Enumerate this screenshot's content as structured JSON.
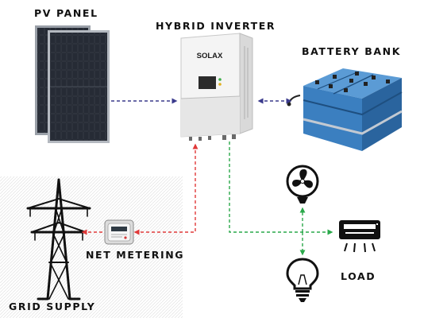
{
  "labels": {
    "pv_panel": "PV PANEL",
    "hybrid_inverter": "HYBRID INVERTER",
    "battery_bank": "BATTERY BANK",
    "grid_supply": "GRID SUPPLY",
    "net_metering": "NET METERING",
    "load": "LOAD"
  },
  "inverter_brand": "SOLAX",
  "colors": {
    "dc_link": "#3a3a8c",
    "grid_link": "#e03a3a",
    "load_link": "#2aa84a"
  },
  "icons": [
    "solar-panel-icon",
    "inverter-icon",
    "battery-icon",
    "transmission-tower-icon",
    "electric-meter-icon",
    "fan-icon",
    "air-conditioner-icon",
    "light-bulb-icon"
  ]
}
